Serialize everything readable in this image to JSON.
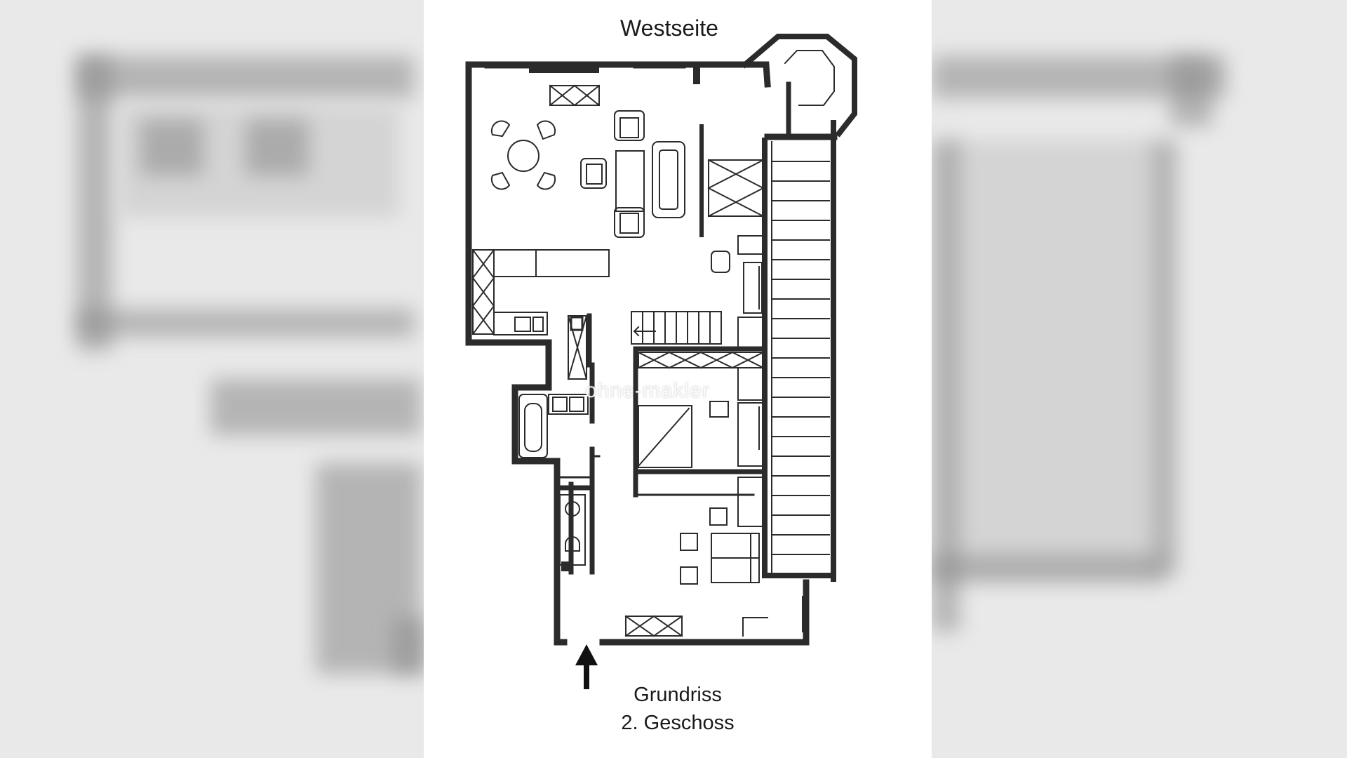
{
  "plan": {
    "orientation_label": "Westseite",
    "caption_line1": "Grundriss",
    "caption_line2": "2. Geschoss",
    "watermark": "ohne-makler",
    "entrance_marker": "up-arrow-icon"
  },
  "colors": {
    "wall": "#2b2b2b",
    "line": "#333333",
    "background": "#ffffff",
    "side_blur": "#e9e9e9"
  }
}
